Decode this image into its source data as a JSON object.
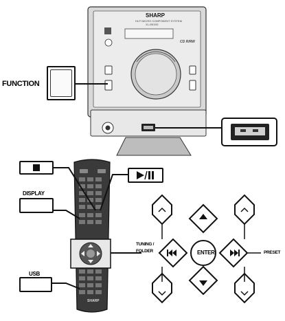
{
  "labels": {
    "function": "FUNCTION",
    "display": "DISPLAY",
    "usb": "USB",
    "tuning_folder_line1": "TUNING /",
    "tuning_folder_line2": "FOLDER",
    "preset": "PRESET",
    "enter": "ENTER"
  },
  "unit": {
    "brand": "SHARP",
    "model_line": "HI-FI MICRO COMPONENT SYSTEM",
    "model_sub": "XL-B515D",
    "disc_logo": "CD R/RW"
  },
  "remote": {
    "brand": "SHARP"
  },
  "icons": {
    "stop": "stop-icon",
    "play_pause": "play-pause-icon",
    "previous": "skip-previous-icon",
    "next": "skip-next-icon",
    "up": "triangle-up-icon",
    "down": "triangle-down-icon",
    "chevron_up": "chevron-up-icon",
    "chevron_down": "chevron-down-icon"
  }
}
